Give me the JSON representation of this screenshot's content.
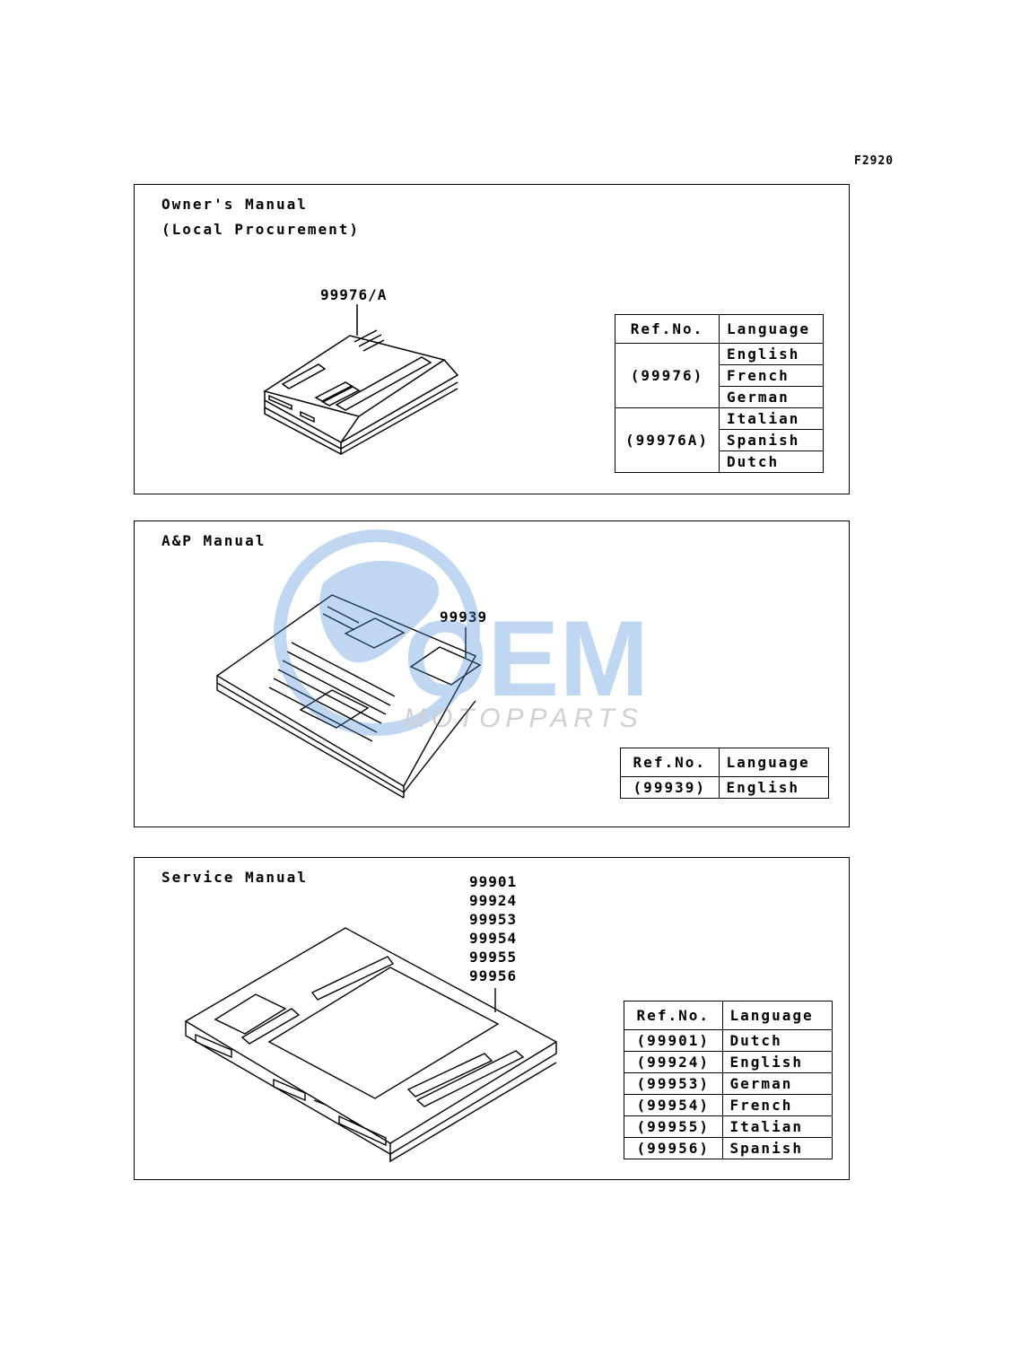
{
  "figure_code": "F2920",
  "owners_manual": {
    "title_line1": "Owner's Manual",
    "title_line2": "(Local Procurement)",
    "callout": "99976/A",
    "table": {
      "headers": [
        "Ref.No.",
        "Language"
      ],
      "groups": [
        {
          "ref": "(99976)",
          "languages": [
            "English",
            "French",
            "German"
          ]
        },
        {
          "ref": "(99976A)",
          "languages": [
            "Italian",
            "Spanish",
            "Dutch"
          ]
        }
      ]
    }
  },
  "ap_manual": {
    "title": "A&P Manual",
    "callout": "99939",
    "table": {
      "headers": [
        "Ref.No.",
        "Language"
      ],
      "rows": [
        {
          "ref": "(99939)",
          "language": "English"
        }
      ]
    }
  },
  "service_manual": {
    "title": "Service Manual",
    "callouts": [
      "99901",
      "99924",
      "99953",
      "99954",
      "99955",
      "99956"
    ],
    "table": {
      "headers": [
        "Ref.No.",
        "Language"
      ],
      "rows": [
        {
          "ref": "(99901)",
          "language": "Dutch"
        },
        {
          "ref": "(99924)",
          "language": "English"
        },
        {
          "ref": "(99953)",
          "language": "German"
        },
        {
          "ref": "(99954)",
          "language": "French"
        },
        {
          "ref": "(99955)",
          "language": "Italian"
        },
        {
          "ref": "(99956)",
          "language": "Spanish"
        }
      ]
    }
  },
  "watermark": {
    "logo_text": "OEM",
    "sub_text": "MOTOPPARTS",
    "colors": {
      "blue": "#4a90d9",
      "gray": "#7a7a7a"
    }
  }
}
